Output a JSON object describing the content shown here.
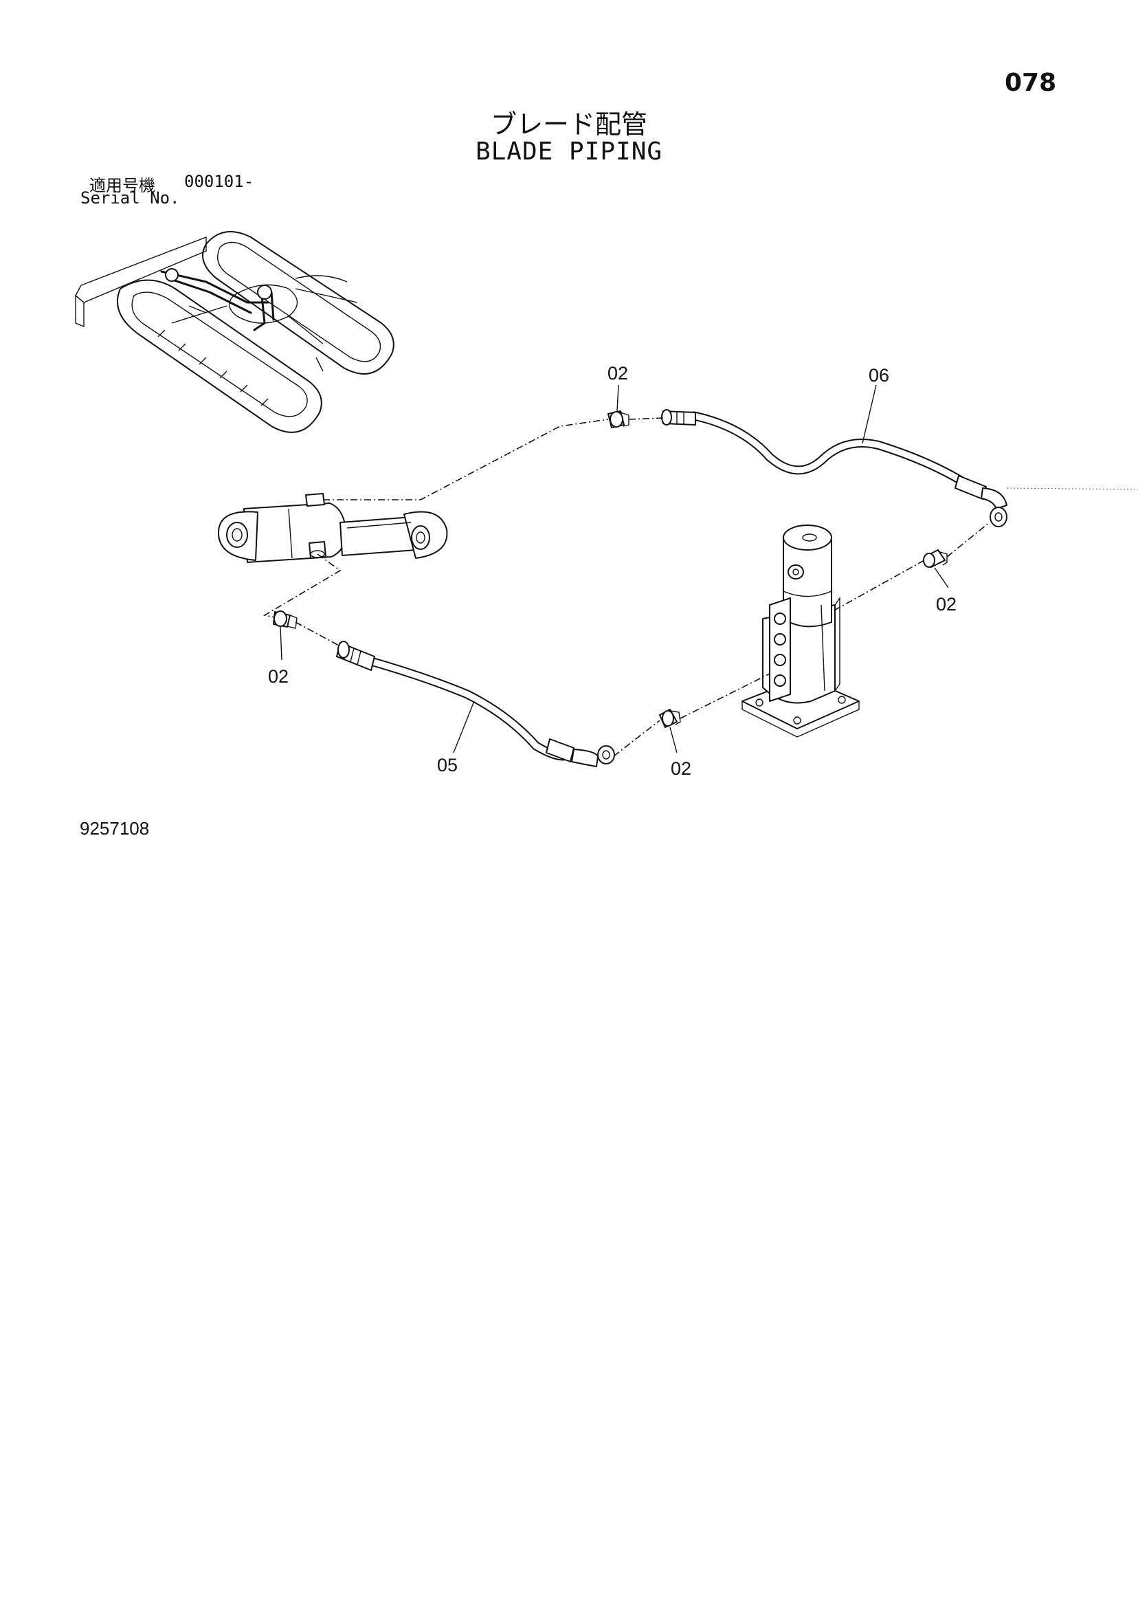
{
  "page_number": "078",
  "title_ja": "ブレード配管",
  "title_en": "BLADE PIPING",
  "serial": {
    "label_ja": "適用号機",
    "value": "000101-",
    "label_en": "Serial No."
  },
  "drawing_number": "9257108",
  "callouts": {
    "fitting_top": "02",
    "hose_top": "06",
    "fitting_right": "02",
    "fitting_left": "02",
    "hose_bottom": "05",
    "fitting_bottom": "02"
  }
}
